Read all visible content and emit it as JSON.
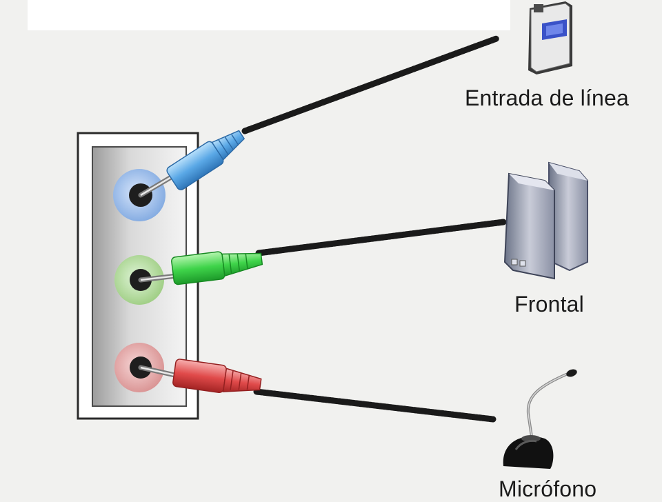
{
  "devices": {
    "line_in": {
      "label": "Entrada de línea",
      "icon": "portable-player-icon",
      "jack_color": "#8fb8f0"
    },
    "front": {
      "label": "Frontal",
      "icon": "speakers-icon",
      "jack_color": "#9fe09a"
    },
    "microphone": {
      "label": "Micrófono",
      "icon": "microphone-icon",
      "jack_color": "#f0a0a0"
    }
  },
  "colors": {
    "plug_blue": "#5aa8e6",
    "plug_green": "#3fd44a",
    "plug_red": "#e04a4a",
    "cable": "#1a1a1a"
  }
}
